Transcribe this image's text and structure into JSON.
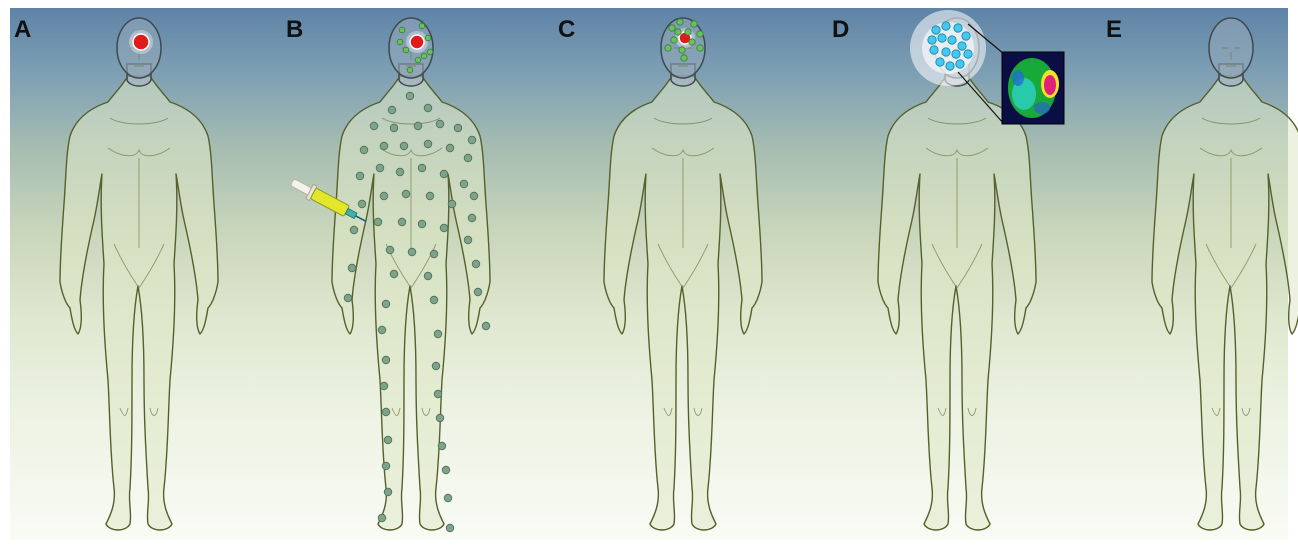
{
  "figure": {
    "panels": [
      {
        "label": "A",
        "state": "tumor-in-brain"
      },
      {
        "label": "B",
        "state": "systemic-injection-nanoparticle-distribution"
      },
      {
        "label": "C",
        "state": "nanoparticles-accumulate-in-tumor"
      },
      {
        "label": "D",
        "state": "brain-imaging-with-scan-inset"
      },
      {
        "label": "E",
        "state": "tumor-cleared"
      }
    ]
  },
  "colors": {
    "background_top": "#5e83a6",
    "background_bottom": "#f9fbf5",
    "tumor": "#e11a1a",
    "nanoparticle_green": "#69c255",
    "nanoparticle_cyan": "#43c8ee",
    "syringe_barrel": "#e3e62a"
  },
  "icons": [
    "human-figure-icon",
    "tumor-icon",
    "syringe-icon",
    "nanoparticle-icon",
    "brain-scan-icon"
  ]
}
